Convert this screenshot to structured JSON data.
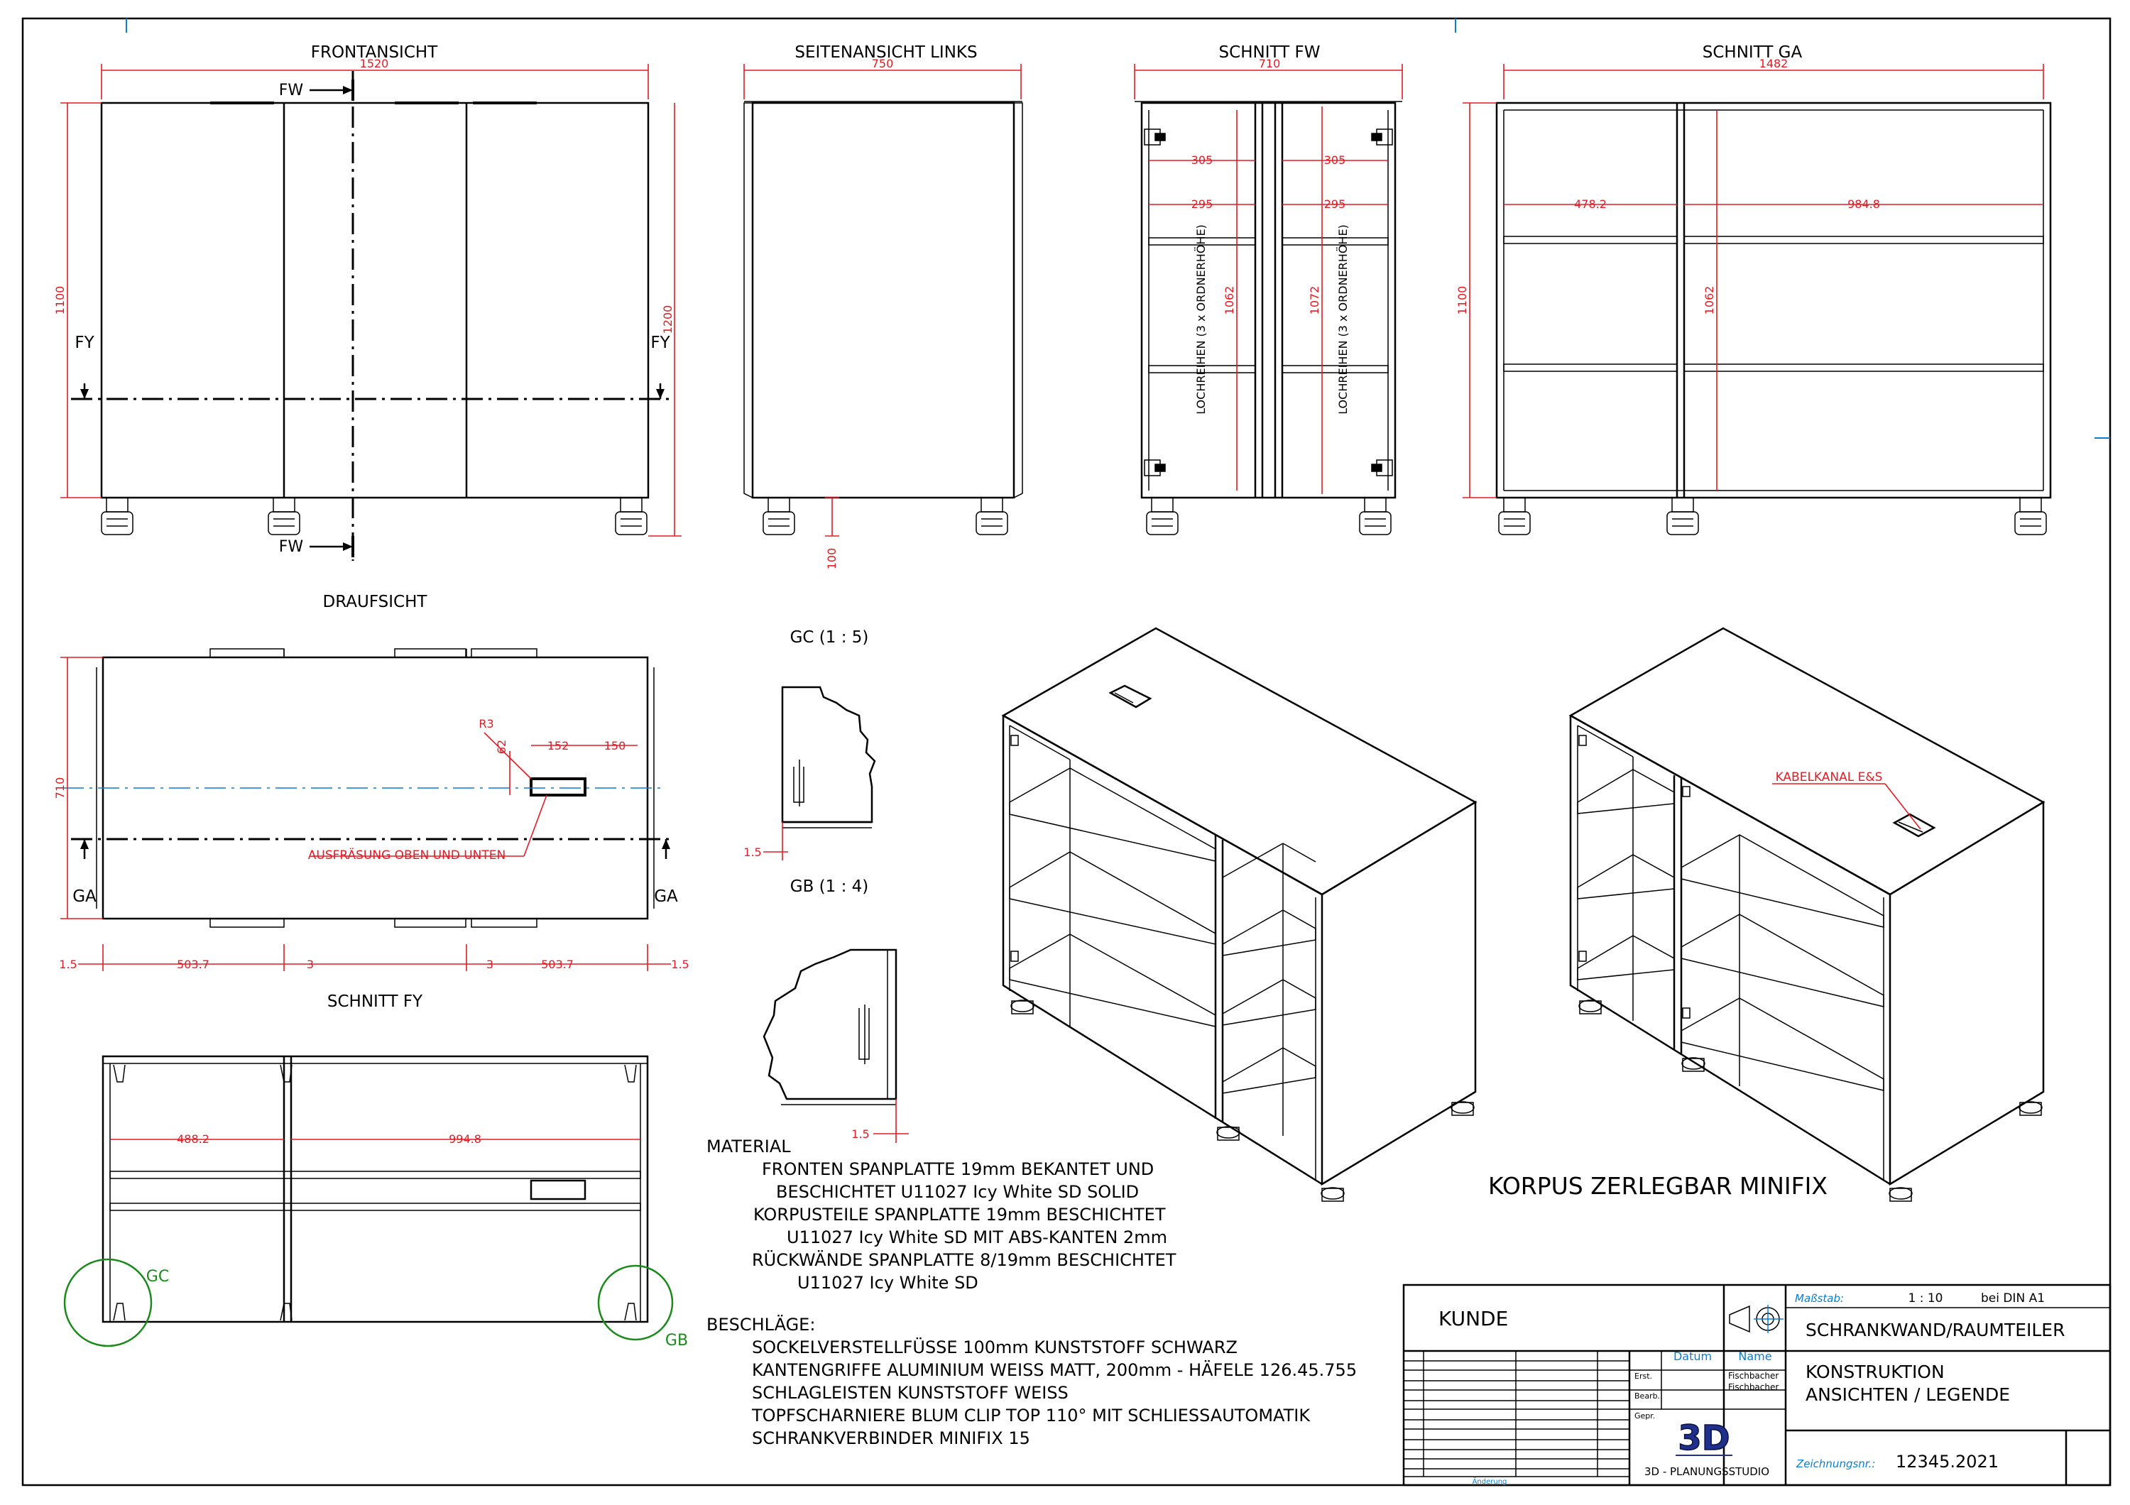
{
  "views": {
    "front": "FRONTANSICHT",
    "side": "SEITENANSICHT LINKS",
    "section_fw": "SCHNITT FW",
    "section_ga": "SCHNITT GA",
    "top": "DRAUFSICHT",
    "section_fy": "SCHNITT FY",
    "detail_gc": "GC (1 : 5)",
    "detail_gb": "GB (1 : 4)",
    "iso_title": "KORPUS ZERLEGBAR MINIFIX"
  },
  "markers": {
    "fw": "FW",
    "fy": "FY",
    "ga": "GA",
    "gc": "GC",
    "gb": "GB"
  },
  "dims": {
    "front_width": "1520",
    "front_height": "1100",
    "front_total": "1200",
    "side_width": "750",
    "side_foot": "100",
    "fw_width": "710",
    "fw_305": "305",
    "fw_295": "295",
    "fw_1062": "1062",
    "fw_1072": "1072",
    "fw_holes": "LOCHREIHEN (3 x ORDNERHÖHE)",
    "ga_width": "1482",
    "ga_left": "478.2",
    "ga_right": "984.8",
    "ga_height": "1100",
    "ga_inner": "1062",
    "top_depth": "710",
    "top_r3": "R3",
    "top_62": "62",
    "top_152": "152",
    "top_150": "150",
    "top_mill": "AUSFRÄSUNG OBEN UND UNTEN",
    "top_15": "1.5",
    "top_5037": "503.7",
    "top_3": "3",
    "fy_left": "488.2",
    "fy_right": "994.8",
    "detail_15": "1.5",
    "cable": "KABELKANAL E&S"
  },
  "legend": {
    "material_heading": "MATERIAL",
    "material_lines": [
      "FRONTEN SPANPLATTE 19mm BEKANTET UND",
      "BESCHICHTET U11027 Icy White SD SOLID",
      "KORPUSTEILE SPANPLATTE 19mm BESCHICHTET",
      "U11027 Icy White SD MIT ABS-KANTEN 2mm",
      "RÜCKWÄNDE SPANPLATTE 8/19mm BESCHICHTET",
      "U11027 Icy White SD"
    ],
    "fittings_heading": "BESCHLÄGE:",
    "fittings_lines": [
      "SOCKELVERSTELLFÜSSE 100mm KUNSTSTOFF SCHWARZ",
      "KANTENGRIFFE ALUMINIUM WEISS MATT, 200mm - HÄFELE 126.45.755",
      "SCHLAGLEISTEN KUNSTSTOFF WEISS",
      "TOPFSCHARNIERE BLUM CLIP TOP 110° MIT SCHLIESSAUTOMATIK",
      "SCHRANKVERBINDER MINIFIX 15"
    ]
  },
  "title_block": {
    "client": "KUNDE",
    "scale_label": "Maßstab:",
    "scale_value": "1 : 10",
    "scale_format": "bei DIN A1",
    "project": "SCHRANKWAND/RAUMTEILER",
    "datum": "Datum",
    "name": "Name",
    "erst": "Erst.",
    "bearb": "Bearb.",
    "gepr": "Gepr.",
    "erst_name": "Fischbacher",
    "bearb_name": "Fischbacher",
    "desc1": "KONSTRUKTION",
    "desc2": "ANSICHTEN / LEGENDE",
    "logo": "3D",
    "studio": "3D - PLANUNGSSTUDIO",
    "drawing_no_label": "Zeichnungsnr.:",
    "drawing_no": "12345.2021",
    "change": "Änderung"
  }
}
